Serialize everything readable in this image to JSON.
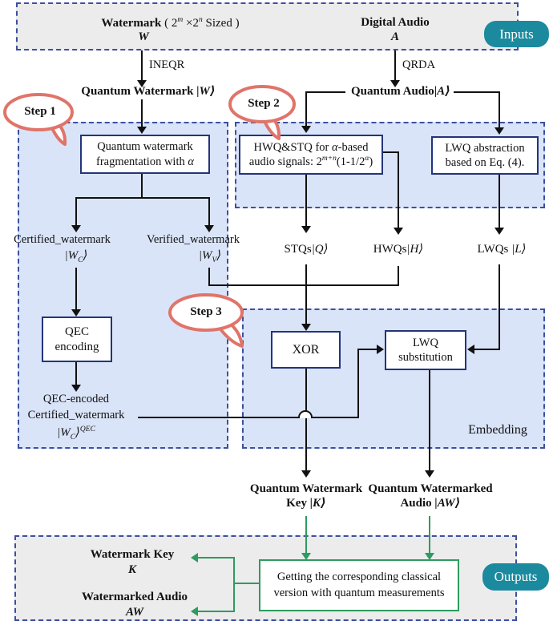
{
  "inputs_section": {
    "badge": "Inputs",
    "watermark": {
      "bold": "Watermark",
      "p1": " ( 2",
      "sup1": "m",
      "p2": " ×2",
      "sup2": "n",
      "p3": "  Sized )",
      "var": "W"
    },
    "audio": {
      "label": "Digital Audio",
      "var": "A"
    }
  },
  "transforms": {
    "ineqr": "INEQR",
    "qrda": "QRDA"
  },
  "quantum_labels": {
    "watermark": {
      "label": "Quantum Watermark ",
      "ket": "|W⟩"
    },
    "audio": {
      "label": "Quantum Audio",
      "ket": "|A⟩"
    }
  },
  "steps": {
    "step1": "Step 1",
    "step2": "Step 2",
    "step3": "Step 3"
  },
  "boxes": {
    "fragmentation": {
      "line1": "Quantum watermark",
      "line2": "fragmentation with ",
      "alpha": "α"
    },
    "hwq_stq": {
      "line1a": "HWQ&STQ for ",
      "alpha": "α",
      "line1b": "-based",
      "line2a": "audio signals: 2",
      "sup1": "m+n",
      "line2b": "(1-1/2",
      "sup2": "α",
      "line2c": ")"
    },
    "lwq_abs": {
      "line1": "LWQ abstraction",
      "line2": "based on Eq. (4)."
    },
    "qec": {
      "line1": "QEC",
      "line2": "encoding"
    },
    "xor": "XOR",
    "lwq_sub": {
      "line1": "LWQ",
      "line2": "substitution"
    },
    "measure": {
      "line1": "Getting the corresponding classical",
      "line2": "version with quantum measurements"
    }
  },
  "signals": {
    "certified": {
      "label": "Certified_watermark",
      "ket_p1": "|W",
      "sub": "C",
      "ket_p2": "⟩"
    },
    "verified": {
      "label": "Verified_watermark",
      "ket_p1": "|W",
      "sub": "V",
      "ket_p2": "⟩"
    },
    "stqs": {
      "label": "STQs",
      "ket": "|Q⟩"
    },
    "hwqs": {
      "label": "HWQs",
      "ket": "|H⟩"
    },
    "lwqs": {
      "label": "LWQs ",
      "ket": "|L⟩"
    },
    "qec_encoded": {
      "line1": "QEC-encoded",
      "line2": "Certified_watermark",
      "ket_p1": "|W",
      "sub": "C",
      "ket_p2": "⟩",
      "sup": "QEC"
    },
    "qw_key": {
      "line1": "Quantum Watermark",
      "line2": "Key ",
      "ket": "|K⟩"
    },
    "qw_audio": {
      "line1": "Quantum Watermarked",
      "line2": "Audio ",
      "ket": "|AW⟩"
    }
  },
  "embedding_label": "Embedding",
  "outputs_section": {
    "badge": "Outputs",
    "key": {
      "label": "Watermark Key",
      "var": "K"
    },
    "audio": {
      "label": "Watermarked Audio",
      "var": "AW"
    }
  },
  "colors": {
    "region_fill": "#d9e4f8",
    "border_navy": "#24347c",
    "teal": "#1b8a9e",
    "green": "#2e9b5f",
    "bubble_red": "#e0746a"
  }
}
